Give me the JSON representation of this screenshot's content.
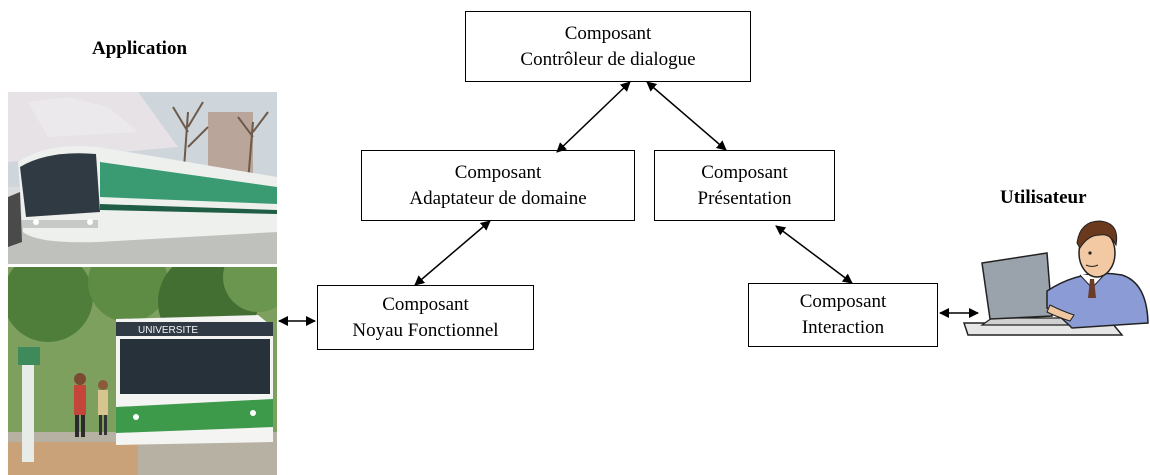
{
  "labels": {
    "application": "Application",
    "utilisateur": "Utilisateur"
  },
  "components": {
    "dialogue": {
      "line1": "Composant",
      "line2": "Contrôleur de dialogue"
    },
    "adaptateur": {
      "line1": "Composant",
      "line2": "Adaptateur de domaine"
    },
    "presentation": {
      "line1": "Composant",
      "line2": "Présentation"
    },
    "noyau": {
      "line1": "Composant",
      "line2": "Noyau Fonctionnel"
    },
    "interaction": {
      "line1": "Composant",
      "line2": "Interaction"
    }
  },
  "photos": {
    "tram_sign": "UNIVERSITE"
  },
  "colors": {
    "line": "#000000",
    "bus_green": "#3c9a4a",
    "sky": "#c9d3d8"
  }
}
